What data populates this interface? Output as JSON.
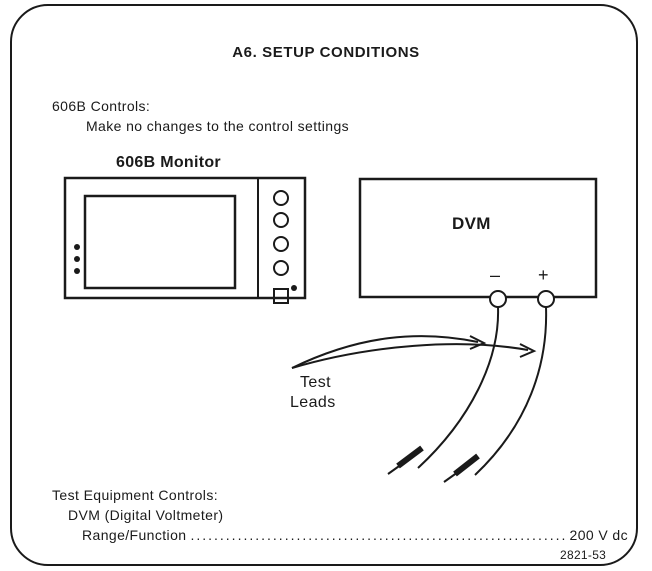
{
  "title": "A6. SETUP CONDITIONS",
  "monitor_controls": {
    "heading": "606B Controls:",
    "instruction": "Make no changes to the control settings"
  },
  "monitor_label": "606B Monitor",
  "dvm_label": "DVM",
  "dvm_minus": "–",
  "dvm_plus": "+",
  "leads_label": [
    "Test",
    "Leads"
  ],
  "test_equipment": {
    "heading": "Test Equipment Controls:",
    "device": "DVM (Digital Voltmeter)",
    "setting_label": "Range/Function",
    "setting_value": "200 V dc"
  },
  "figure_number": "2821-53"
}
